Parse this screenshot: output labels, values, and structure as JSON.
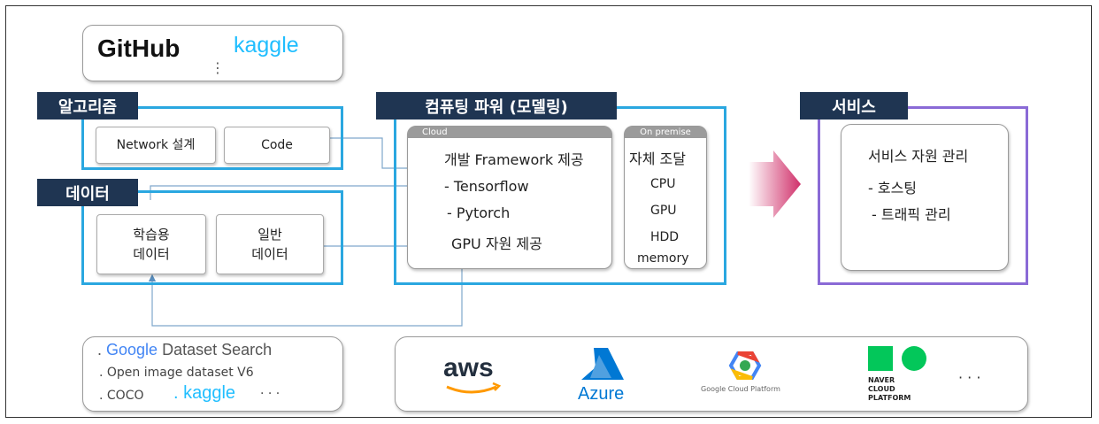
{
  "top_sources": {
    "github": "GitHub",
    "kaggle": "kaggle",
    "more": "⋮"
  },
  "algorithm": {
    "tag": "알고리즘",
    "network": "Network 설계",
    "code": "Code"
  },
  "data_section": {
    "tag": "데이터",
    "training_data": [
      "학습용",
      "데이터"
    ],
    "general_data": [
      "일반",
      "데이터"
    ]
  },
  "computing": {
    "tag": "컴퓨팅 파워 (모델링)",
    "cloud": {
      "label": "Cloud",
      "items": [
        "개발 Framework 제공",
        "- Tensorflow",
        "- Pytorch",
        "GPU 자원 제공"
      ]
    },
    "on_premise": {
      "label": "On premise",
      "items": [
        "자체 조달",
        "CPU",
        "GPU",
        "HDD",
        "memory"
      ]
    }
  },
  "service": {
    "tag": "서비스",
    "items": [
      "서비스 자원 관리",
      "- 호스팅",
      "- 트래픽 관리"
    ]
  },
  "datasets": {
    "google_google": "Google",
    "google_rest": " Dataset Search",
    "open_image": ". Open image dataset V6",
    "coco": ". COCO",
    "kaggle": ". kaggle",
    "dots": "· · ·"
  },
  "cloud_providers": {
    "aws": "aws",
    "azure": "Azure",
    "gcp": "Google Cloud Platform",
    "naver": [
      "NAVER",
      "CLOUD",
      "PLATFORM"
    ],
    "more": "· · ·"
  },
  "colors": {
    "tag_bg": "#1f3552",
    "blue_border": "#2aa7e0",
    "service_border": "#8a6ad6",
    "arrow": "#d0306a"
  }
}
